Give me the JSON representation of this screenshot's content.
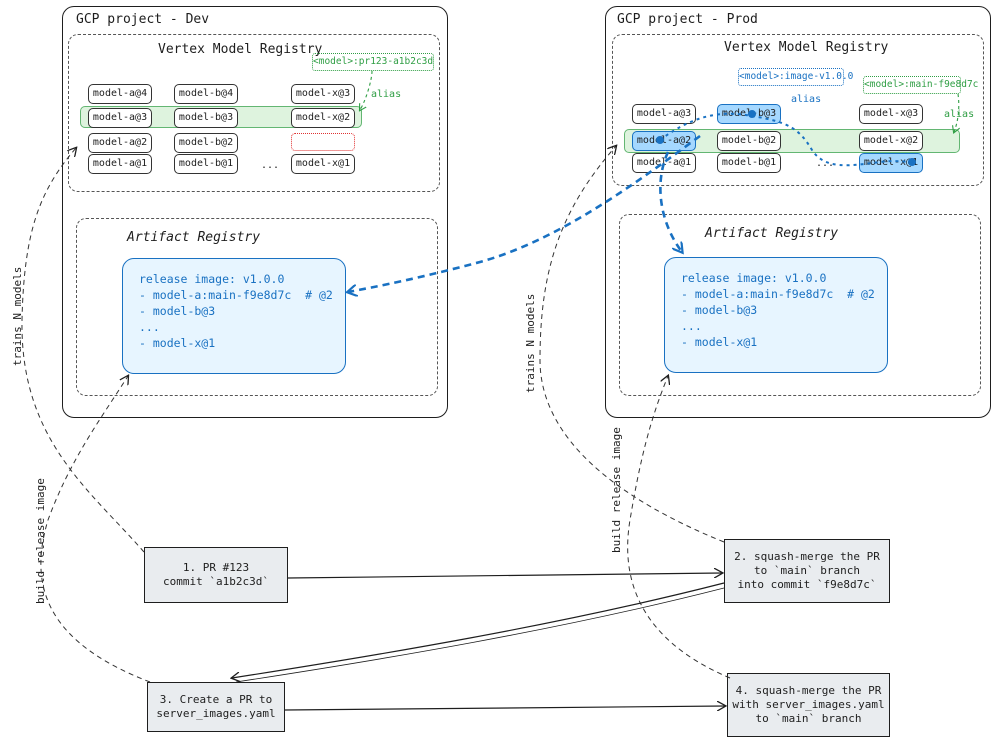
{
  "dev": {
    "title": "GCP project - Dev",
    "vertex_title": "Vertex Model Registry",
    "alias_box": "<model>:pr123-a1b2c3d",
    "alias_label": "alias",
    "models": {
      "a": [
        "model-a@4",
        "model-a@3",
        "model-a@2",
        "model-a@1"
      ],
      "b": [
        "model-b@4",
        "model-b@3",
        "model-b@2",
        "model-b@1"
      ],
      "x": [
        "model-x@3",
        "model-x@2",
        "model-x@1"
      ]
    },
    "ellipsis": "...",
    "artifact_title": "Artifact Registry",
    "release_lines": [
      "release image: v1.0.0",
      "",
      "- model-a:main-f9e8d7c  # @2",
      "- model-b@3",
      "...",
      "- model-x@1"
    ]
  },
  "prod": {
    "title": "GCP project - Prod",
    "vertex_title": "Vertex Model Registry",
    "alias_box_image": "<model>:image-v1.0.0",
    "alias_box_main": "<model>:main-f9e8d7c",
    "alias_label": "alias",
    "models": {
      "a": [
        "model-a@3",
        "model-a@2",
        "model-a@1"
      ],
      "b": [
        "model-b@3",
        "model-b@2",
        "model-b@1"
      ],
      "x": [
        "model-x@3",
        "model-x@2",
        "model-x@1"
      ]
    },
    "ellipsis": "...",
    "artifact_title": "Artifact Registry",
    "release_lines": [
      "release image: v1.0.0",
      "",
      "- model-a:main-f9e8d7c  # @2",
      "- model-b@3",
      "...",
      "- model-x@1"
    ]
  },
  "steps": {
    "s1": [
      "1. PR #123",
      "commit `a1b2c3d`"
    ],
    "s2": [
      "2. squash-merge the PR",
      "to `main` branch",
      "into commit `f9e8d7c`"
    ],
    "s3": [
      "3. Create a PR to",
      "server_images.yaml"
    ],
    "s4": [
      "4. squash-merge the PR",
      "with server_images.yaml",
      "to `main` branch"
    ]
  },
  "labels": {
    "trains_left": "trains N models",
    "trains_right": "trains N models",
    "build_left": "build release image",
    "build_right": "build release image"
  },
  "colors": {
    "green": "#2f9e44",
    "blue": "#1971c2",
    "ink": "#1e1e1e"
  }
}
